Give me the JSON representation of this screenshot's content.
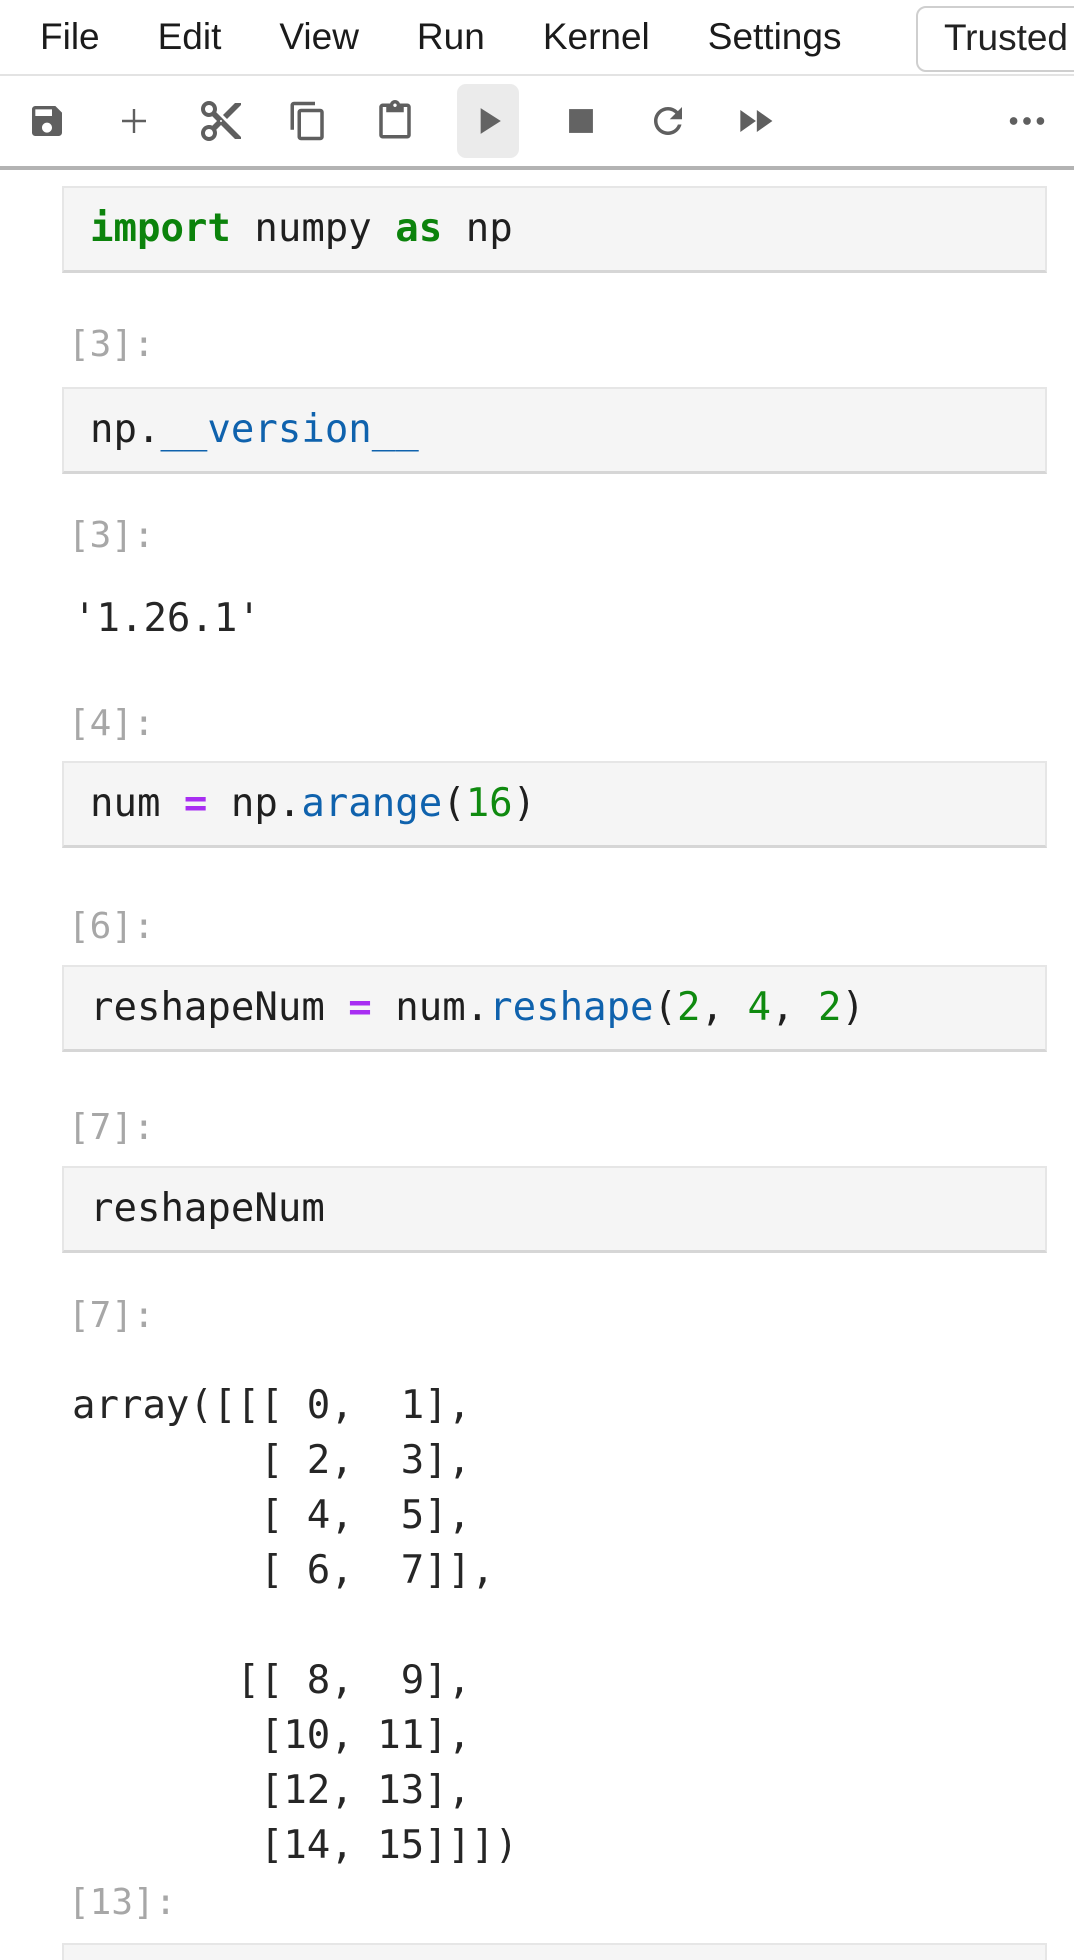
{
  "menu": {
    "items": [
      "File",
      "Edit",
      "View",
      "Run",
      "Kernel",
      "Settings"
    ],
    "trusted_label": "Trusted"
  },
  "toolbar": {
    "icons": [
      "save",
      "insert-cell-below",
      "cut-cells",
      "copy-cells",
      "paste-cells",
      "run-cell",
      "interrupt-kernel",
      "restart-kernel",
      "restart-and-run-all",
      "more-commands"
    ],
    "active_icon": "run-cell"
  },
  "colors": {
    "keyword_green": "#0c830c",
    "operator_purple": "#a82ef2",
    "function_blue": "#0f62ad",
    "number_green": "#0f8a0f",
    "cell_background": "#f5f5f5",
    "prompt_gray": "#a7a7a7"
  },
  "cells": [
    {
      "kind": "code",
      "prompt": "",
      "tokens": [
        {
          "t": "import",
          "c": "kw"
        },
        {
          "t": " numpy ",
          "c": "pl"
        },
        {
          "t": "as",
          "c": "kw"
        },
        {
          "t": " np",
          "c": "pl"
        }
      ]
    },
    {
      "kind": "code",
      "prompt": "[3]:",
      "tokens": [
        {
          "t": "np.",
          "c": "pl"
        },
        {
          "t": "__version__",
          "c": "fn"
        }
      ]
    },
    {
      "kind": "output",
      "prompt": "[3]:",
      "text": "'1.26.1'"
    },
    {
      "kind": "code",
      "prompt": "[4]:",
      "tokens": [
        {
          "t": "num ",
          "c": "pl"
        },
        {
          "t": "=",
          "c": "op"
        },
        {
          "t": " np.",
          "c": "pl"
        },
        {
          "t": "arange",
          "c": "fn"
        },
        {
          "t": "(",
          "c": "pl"
        },
        {
          "t": "16",
          "c": "num"
        },
        {
          "t": ")",
          "c": "pl"
        }
      ]
    },
    {
      "kind": "code",
      "prompt": "[6]:",
      "tokens": [
        {
          "t": "reshapeNum ",
          "c": "pl"
        },
        {
          "t": "=",
          "c": "op"
        },
        {
          "t": " num.",
          "c": "pl"
        },
        {
          "t": "reshape",
          "c": "fn"
        },
        {
          "t": "(",
          "c": "pl"
        },
        {
          "t": "2",
          "c": "num"
        },
        {
          "t": ", ",
          "c": "pl"
        },
        {
          "t": "4",
          "c": "num"
        },
        {
          "t": ", ",
          "c": "pl"
        },
        {
          "t": "2",
          "c": "num"
        },
        {
          "t": ")",
          "c": "pl"
        }
      ]
    },
    {
      "kind": "code",
      "prompt": "[7]:",
      "tokens": [
        {
          "t": "reshapeNum",
          "c": "pl"
        }
      ]
    },
    {
      "kind": "output",
      "prompt": "[7]:",
      "text": "array([[[ 0,  1],\n        [ 2,  3],\n        [ 4,  5],\n        [ 6,  7]],\n\n       [[ 8,  9],\n        [10, 11],\n        [12, 13],\n        [14, 15]]])"
    },
    {
      "kind": "code",
      "prompt": "[13]:",
      "tokens": []
    }
  ]
}
